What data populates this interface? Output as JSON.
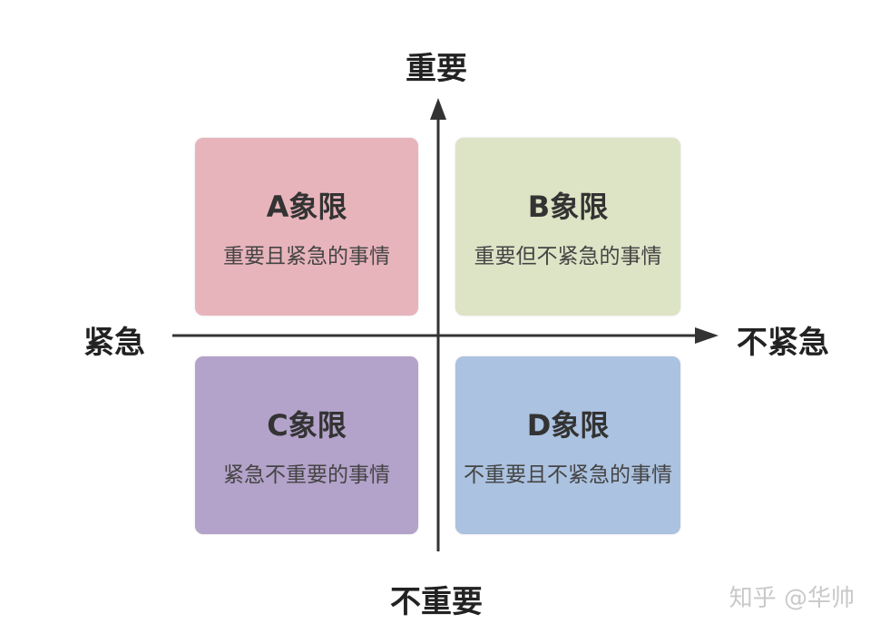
{
  "axes": {
    "top": "重要",
    "bottom": "不重要",
    "left": "紧急",
    "right": "不紧急",
    "color": "#333333"
  },
  "quadrants": [
    {
      "title": "A象限",
      "desc": "重要且紧急的事情",
      "color": "#e8b4bc"
    },
    {
      "title": "B象限",
      "desc": "重要但不紧急的事情",
      "color": "#dde3c5"
    },
    {
      "title": "C象限",
      "desc": "紧急不重要的事情",
      "color": "#b3a2c9"
    },
    {
      "title": "D象限",
      "desc": "不重要且不紧急的事情",
      "color": "#abc2e0"
    }
  ],
  "watermark": "知乎 @华帅"
}
